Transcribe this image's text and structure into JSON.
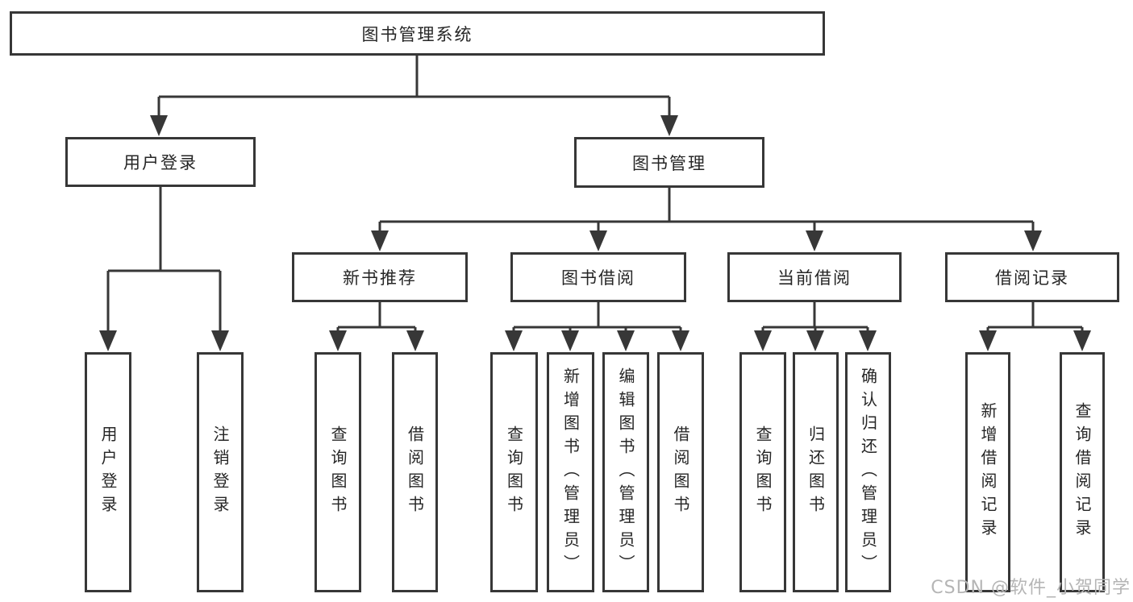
{
  "diagram": {
    "type": "hierarchy-tree",
    "colors": {
      "line": "#373737",
      "border": "#373737",
      "text": "#262626",
      "watermark": "#b5b5b5",
      "background": "#ffffff"
    },
    "tree": {
      "root": {
        "label": "图书管理系统",
        "children": [
          {
            "label": "用户登录",
            "children": [
              {
                "label": "用户登录"
              },
              {
                "label": "注销登录"
              }
            ]
          },
          {
            "label": "图书管理",
            "children": [
              {
                "label": "新书推荐",
                "children": [
                  {
                    "label": "查询图书"
                  },
                  {
                    "label": "借阅图书"
                  }
                ]
              },
              {
                "label": "图书借阅",
                "children": [
                  {
                    "label": "查询图书"
                  },
                  {
                    "label": "新增图书（管理员）"
                  },
                  {
                    "label": "编辑图书（管理员）"
                  },
                  {
                    "label": "借阅图书"
                  }
                ]
              },
              {
                "label": "当前借阅",
                "children": [
                  {
                    "label": "查询图书"
                  },
                  {
                    "label": "归还图书"
                  },
                  {
                    "label": "确认归还（管理员）"
                  }
                ]
              },
              {
                "label": "借阅记录",
                "children": [
                  {
                    "label": "新增借阅记录"
                  },
                  {
                    "label": "查询借阅记录"
                  }
                ]
              }
            ]
          }
        ]
      }
    },
    "watermark": {
      "text": "CSDN @软件_小贺同学"
    }
  }
}
